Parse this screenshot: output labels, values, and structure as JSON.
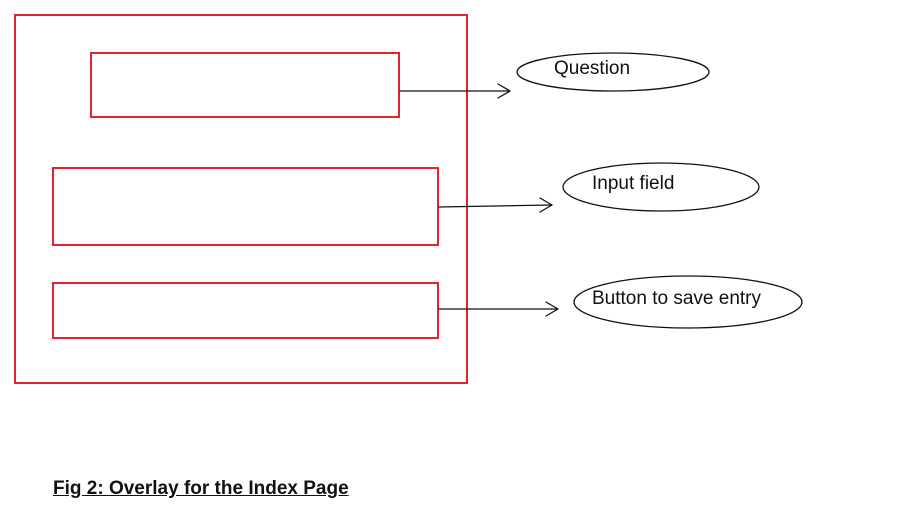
{
  "diagram": {
    "callouts": [
      {
        "id": "question",
        "label": "Question"
      },
      {
        "id": "input",
        "label": "Input field"
      },
      {
        "id": "button",
        "label": "Button to save entry"
      }
    ],
    "caption": "Fig 2: Overlay for the Index Page",
    "colors": {
      "wireframe_stroke": "#e0242b",
      "callout_stroke": "#111111"
    }
  }
}
